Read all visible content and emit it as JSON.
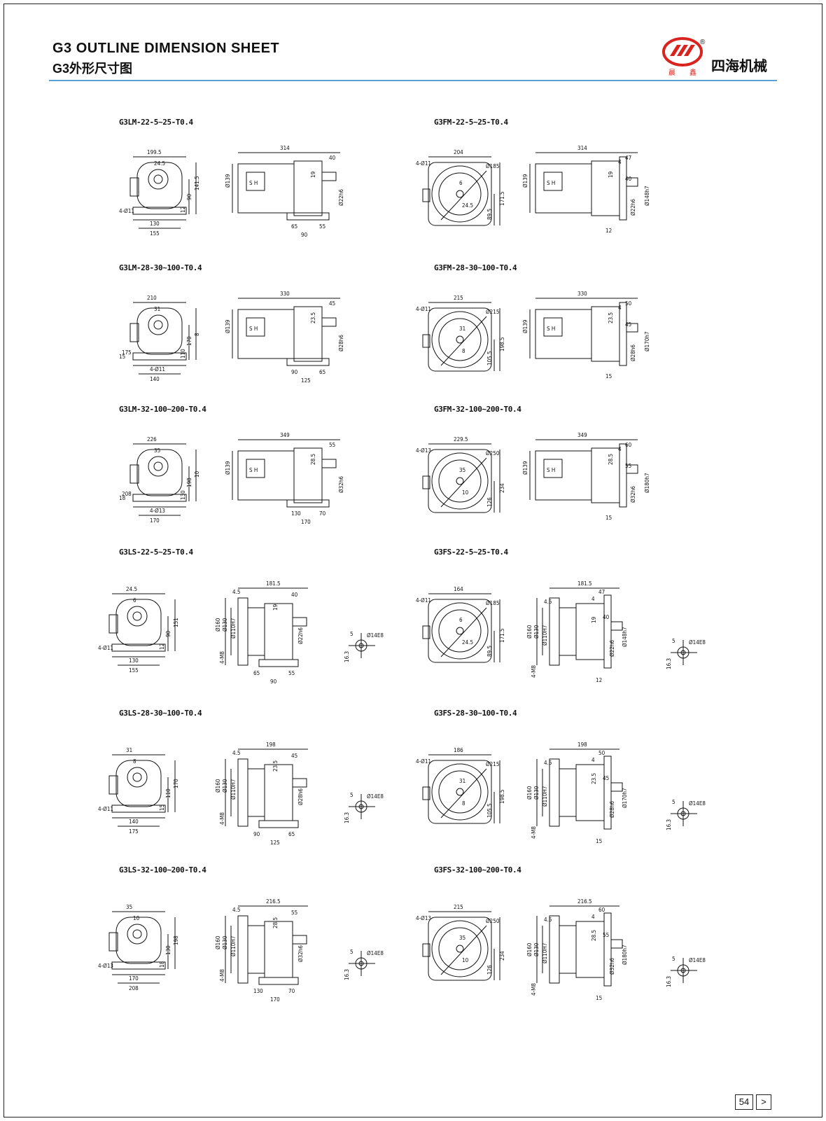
{
  "header": {
    "title_en": "G3 OUTLINE DIMENSION SHEET",
    "title_cn": "G3外形尺寸图",
    "brand": "四海机械",
    "logo_chars": "晨鑫",
    "reg_mark": "®",
    "accent_color": "#5a9fd4",
    "logo_color": "#d8231e"
  },
  "pagination": {
    "page": "54",
    "next": ">"
  },
  "rows": [
    {
      "left": {
        "label": "G3LM-22-5~25-T0.4",
        "kind": "LM",
        "front": [
          "199.5",
          "24.5",
          "141.5",
          "90",
          "12",
          "4-Ø11",
          "130",
          "155"
        ],
        "side": [
          "314",
          "40",
          "Ø139",
          "19",
          "Ø22h6",
          "65",
          "55",
          "90"
        ]
      },
      "right": {
        "label": "G3FM-22-5~25-T0.4",
        "kind": "FM",
        "front": [
          "204",
          "Ø185",
          "4-Ø11",
          "6",
          "24.5",
          "89.5",
          "171.5"
        ],
        "side": [
          "314",
          "47",
          "4",
          "40",
          "Ø139",
          "19",
          "Ø22h6",
          "Ø148h7",
          "12"
        ]
      }
    },
    {
      "left": {
        "label": "G3LM-28-30~100-T0.4",
        "kind": "LM",
        "front": [
          "210",
          "31",
          "8",
          "170",
          "110",
          "15",
          "4-Ø11",
          "140",
          "175"
        ],
        "side": [
          "330",
          "45",
          "Ø139",
          "23.5",
          "Ø28h6",
          "90",
          "65",
          "125"
        ]
      },
      "right": {
        "label": "G3FM-28-30~100-T0.4",
        "kind": "FM",
        "front": [
          "215",
          "Ø215",
          "4-Ø11",
          "31",
          "8",
          "105.5",
          "198.5"
        ],
        "side": [
          "330",
          "50",
          "4",
          "45",
          "Ø139",
          "23.5",
          "Ø28h6",
          "Ø170h7",
          "15"
        ]
      }
    },
    {
      "left": {
        "label": "G3LM-32-100~200-T0.4",
        "kind": "LM",
        "front": [
          "226",
          "35",
          "10",
          "198",
          "130",
          "18",
          "4-Ø13",
          "170",
          "208"
        ],
        "side": [
          "349",
          "55",
          "Ø139",
          "28.5",
          "Ø32h6",
          "130",
          "70",
          "170"
        ]
      },
      "right": {
        "label": "G3FM-32-100~200-T0.4",
        "kind": "FM",
        "front": [
          "229.5",
          "Ø250",
          "4-Ø13",
          "35",
          "10",
          "126",
          "234"
        ],
        "side": [
          "349",
          "60",
          "4",
          "55",
          "Ø139",
          "28.5",
          "Ø32h6",
          "Ø180h7",
          "15"
        ]
      }
    },
    {
      "left": {
        "label": "G3LS-22-5~25-T0.4",
        "kind": "LS",
        "front": [
          "24.5",
          "6",
          "151",
          "90",
          "12",
          "4-Ø11",
          "130",
          "155"
        ],
        "side": [
          "181.5",
          "4.5",
          "40",
          "Ø160",
          "Ø130",
          "Ø110H7",
          "19",
          "Ø22h6",
          "4-M8",
          "65",
          "55",
          "90"
        ],
        "input": [
          "5",
          "Ø14E8",
          "16.3"
        ]
      },
      "right": {
        "label": "G3FS-22-5~25-T0.4",
        "kind": "FS",
        "front": [
          "164",
          "Ø185",
          "4-Ø11",
          "6",
          "24.5",
          "89.5",
          "171.5"
        ],
        "side": [
          "181.5",
          "47",
          "4",
          "4.5",
          "40",
          "Ø160",
          "Ø130",
          "Ø110H7",
          "19",
          "Ø22h6",
          "Ø148h7",
          "4-M8",
          "12"
        ],
        "input": [
          "5",
          "Ø14E8",
          "16.3"
        ]
      }
    },
    {
      "left": {
        "label": "G3LS-28-30~100-T0.4",
        "kind": "LS",
        "front": [
          "31",
          "8",
          "170",
          "110",
          "15",
          "4-Ø11",
          "140",
          "175"
        ],
        "side": [
          "198",
          "4.5",
          "45",
          "Ø160",
          "Ø130",
          "Ø110H7",
          "23.5",
          "Ø28h6",
          "4-M8",
          "90",
          "65",
          "125"
        ],
        "input": [
          "5",
          "Ø14E8",
          "16.3"
        ]
      },
      "right": {
        "label": "G3FS-28-30~100-T0.4",
        "kind": "FS",
        "front": [
          "186",
          "Ø215",
          "4-Ø11",
          "31",
          "8",
          "105.5",
          "198.5"
        ],
        "side": [
          "198",
          "50",
          "4",
          "4.5",
          "45",
          "Ø160",
          "Ø130",
          "Ø110H7",
          "23.5",
          "Ø28h6",
          "Ø170h7",
          "4-M8",
          "15"
        ],
        "input": [
          "5",
          "Ø14E8",
          "16.3"
        ]
      }
    },
    {
      "left": {
        "label": "G3LS-32-100~200-T0.4",
        "kind": "LS",
        "front": [
          "35",
          "10",
          "198",
          "130",
          "18",
          "4-Ø13",
          "170",
          "208"
        ],
        "side": [
          "216.5",
          "4.5",
          "55",
          "Ø160",
          "Ø130",
          "Ø110H7",
          "28.5",
          "Ø32h6",
          "4-M8",
          "130",
          "70",
          "170"
        ],
        "input": [
          "5",
          "Ø14E8",
          "16.3"
        ]
      },
      "right": {
        "label": "G3FS-32-100~200-T0.4",
        "kind": "FS",
        "front": [
          "215",
          "Ø250",
          "4-Ø13",
          "35",
          "10",
          "126",
          "234"
        ],
        "side": [
          "216.5",
          "60",
          "4",
          "4.5",
          "55",
          "Ø160",
          "Ø130",
          "Ø110H7",
          "28.5",
          "Ø32h6",
          "Ø180h7",
          "4-M8",
          "15"
        ],
        "input": [
          "5",
          "Ø14E8",
          "16.3"
        ]
      }
    }
  ]
}
